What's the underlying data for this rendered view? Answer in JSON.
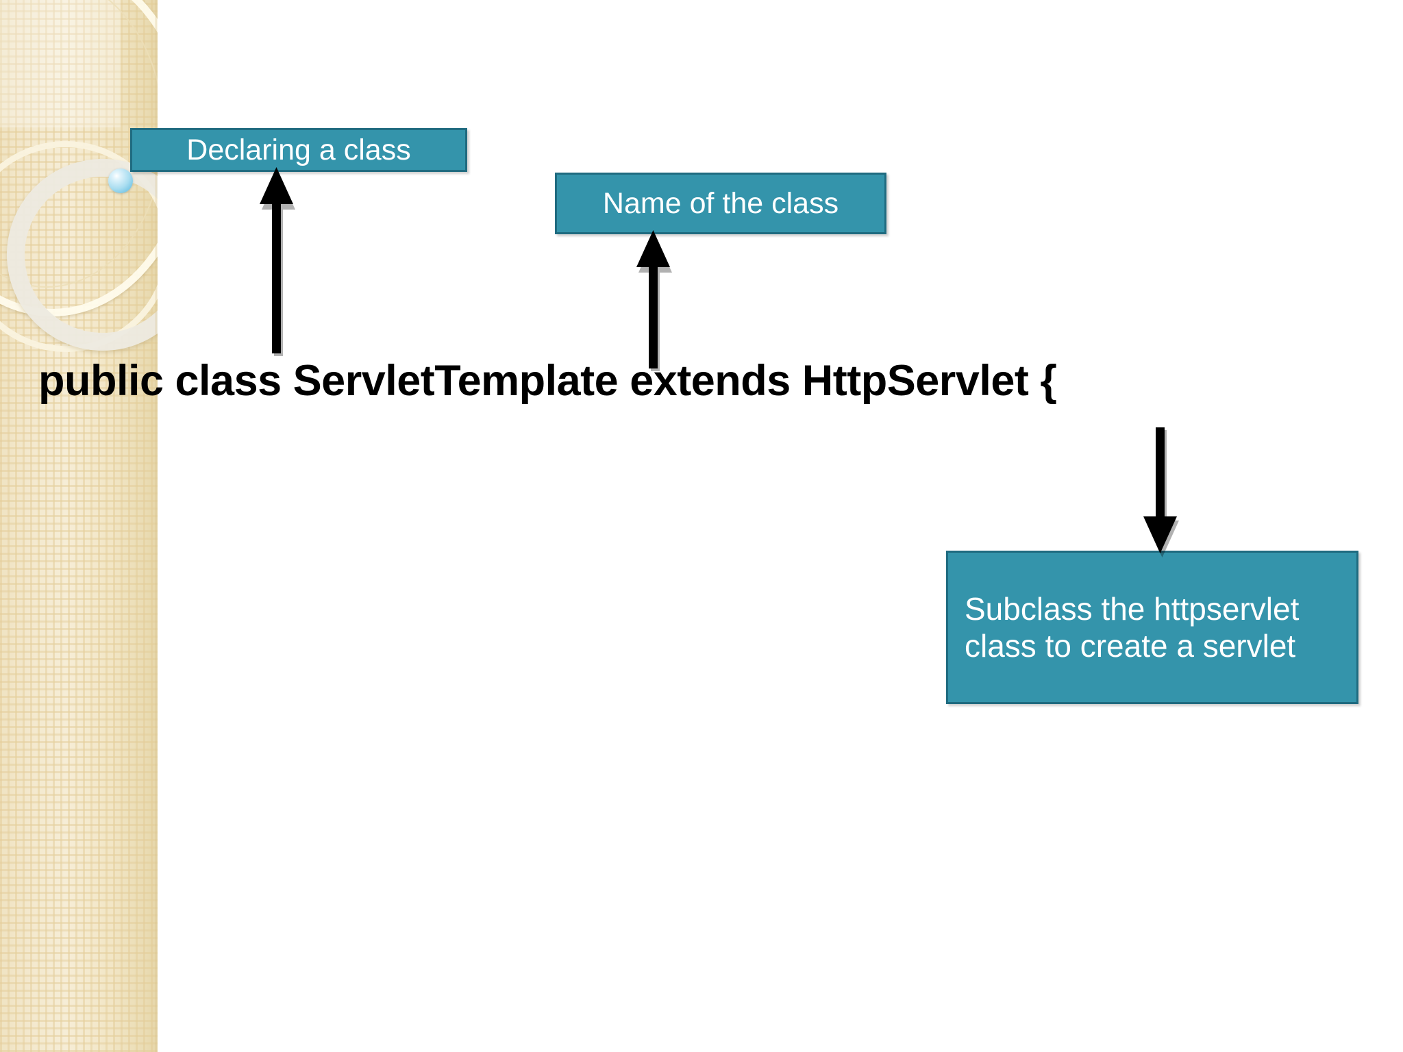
{
  "slide": {
    "background_color": "#ffffff",
    "accent_color": "#3494ab",
    "accent_border_color": "#1f6b80",
    "sidebar_color": "#f2e6c6",
    "bullet_color": "#a9ddf0"
  },
  "code": {
    "line": "public class ServletTemplate extends HttpServlet {"
  },
  "callouts": [
    {
      "id": "declaring",
      "label": "Declaring a class"
    },
    {
      "id": "name",
      "label": "Name of the class"
    },
    {
      "id": "subclass",
      "label": "Subclass the httpservlet class to create a servlet"
    }
  ],
  "arrows": [
    {
      "id": "arrow-to-declaring",
      "direction": "up"
    },
    {
      "id": "arrow-to-name",
      "direction": "up"
    },
    {
      "id": "arrow-to-subclass",
      "direction": "down"
    }
  ]
}
